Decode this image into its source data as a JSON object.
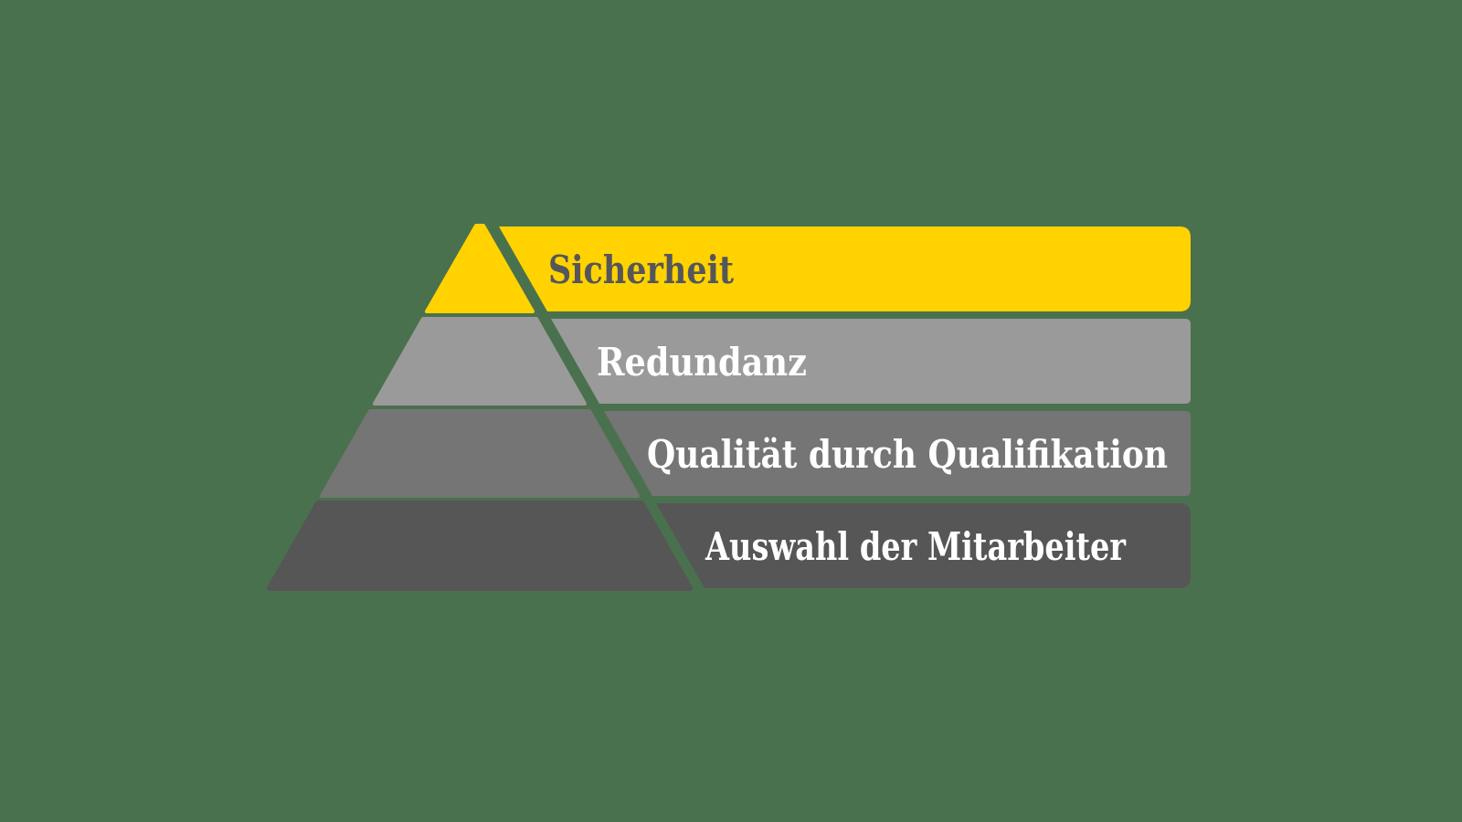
{
  "background_color": "#4A714D",
  "diagram": {
    "title": "pyramid-with-bars",
    "layers": [
      {
        "label": "Sicherheit",
        "color": "#FFD200",
        "text_color": "#55565A"
      },
      {
        "label": "Redundanz",
        "color": "#9A9A9A",
        "text_color": "#FFFFFF"
      },
      {
        "label": "Qualität durch Qualifikation",
        "color": "#757575",
        "text_color": "#FFFFFF"
      },
      {
        "label": "Auswahl der Mitarbeiter",
        "color": "#565656",
        "text_color": "#FFFFFF"
      }
    ]
  }
}
